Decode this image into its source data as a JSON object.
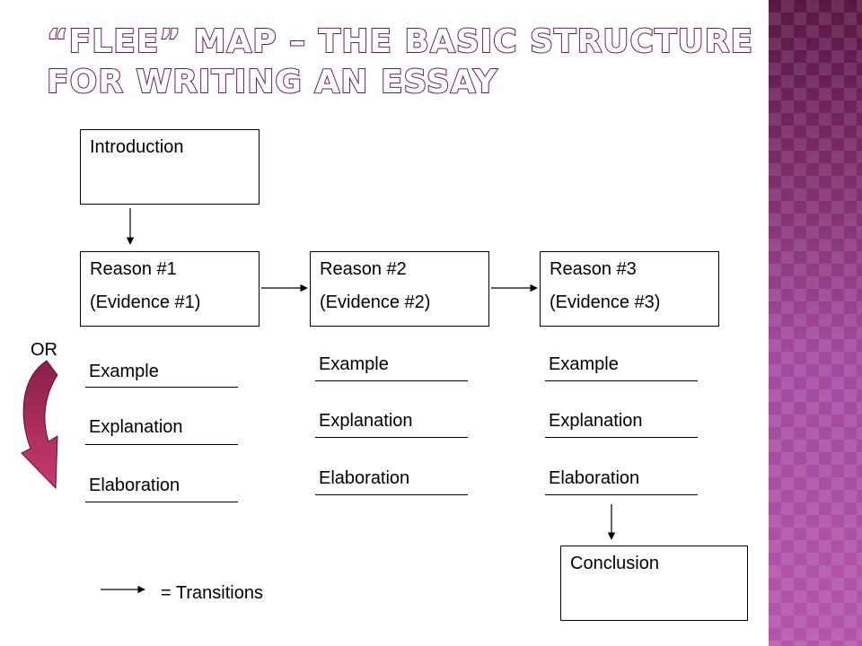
{
  "title": "“Flee” Map – The basic structure for writing an essay",
  "colors": {
    "title_fill": "#ffffff",
    "title_outline": "#6a1f52",
    "stripe": "#a24a9e",
    "curved_arrow": "#b03060"
  },
  "boxes": {
    "introduction": "Introduction",
    "reason1": {
      "title": "Reason #1",
      "subtitle": "(Evidence #1)"
    },
    "reason2": {
      "title": "Reason #2",
      "subtitle": "(Evidence #2)"
    },
    "reason3": {
      "title": "Reason #3",
      "subtitle": "(Evidence #3)"
    },
    "conclusion": "Conclusion"
  },
  "details": {
    "col1": [
      "Example",
      "Explanation",
      "Elaboration"
    ],
    "col2": [
      "Example",
      "Explanation",
      "Elaboration"
    ],
    "col3": [
      "Example",
      "Explanation",
      "Elaboration"
    ]
  },
  "or_label": "OR",
  "legend": {
    "label": "= Transitions"
  },
  "icons": {
    "curved_arrow": "curved-arrow-icon",
    "transition_arrow": "right-arrow-icon"
  }
}
